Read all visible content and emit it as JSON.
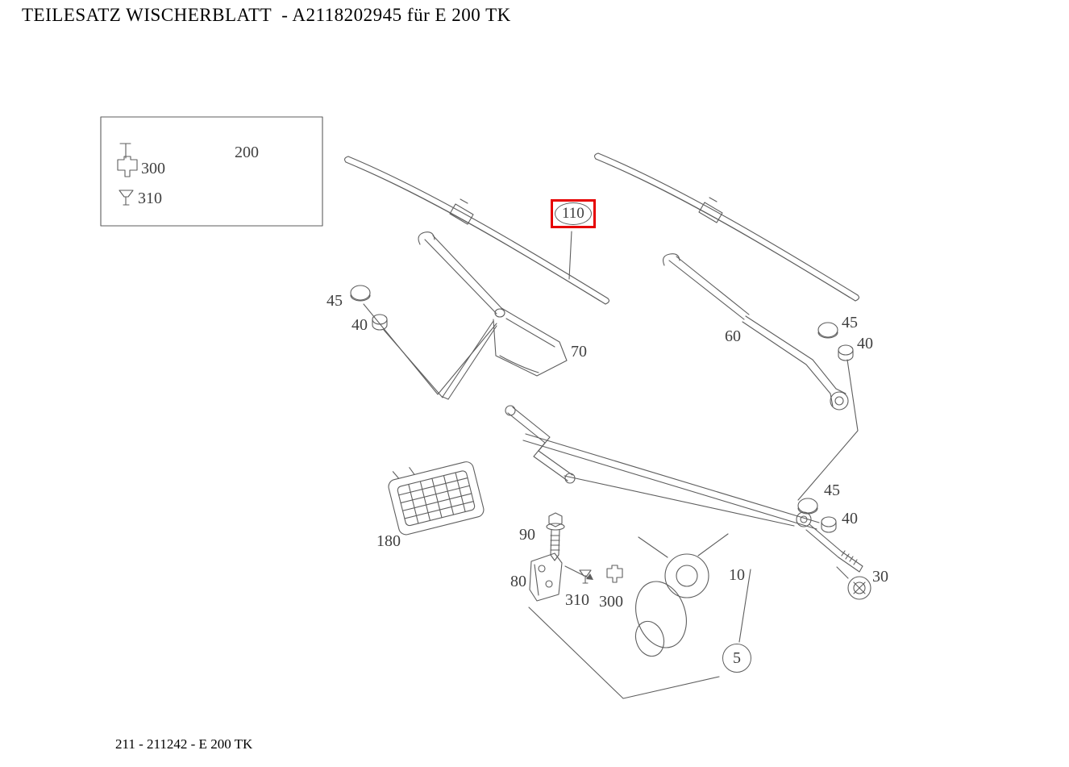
{
  "header": {
    "title": "TEILESATZ WISCHERBLATT  - A2118202945 für E 200 TK"
  },
  "footer": {
    "text": "211 - 211242 - E 200 TK"
  },
  "diagram": {
    "highlight_color": "#e60000",
    "selected_part": "110",
    "labels": [
      {
        "text": "200"
      },
      {
        "text": "300"
      },
      {
        "text": "310"
      },
      {
        "text": "110",
        "selected": true
      },
      {
        "text": "45"
      },
      {
        "text": "40"
      },
      {
        "text": "70"
      },
      {
        "text": "60"
      },
      {
        "text": "45"
      },
      {
        "text": "40"
      },
      {
        "text": "180"
      },
      {
        "text": "90"
      },
      {
        "text": "80"
      },
      {
        "text": "310"
      },
      {
        "text": "300"
      },
      {
        "text": "10"
      },
      {
        "text": "30"
      },
      {
        "text": "45"
      },
      {
        "text": "40"
      },
      {
        "text": "5",
        "circled": true
      }
    ]
  }
}
